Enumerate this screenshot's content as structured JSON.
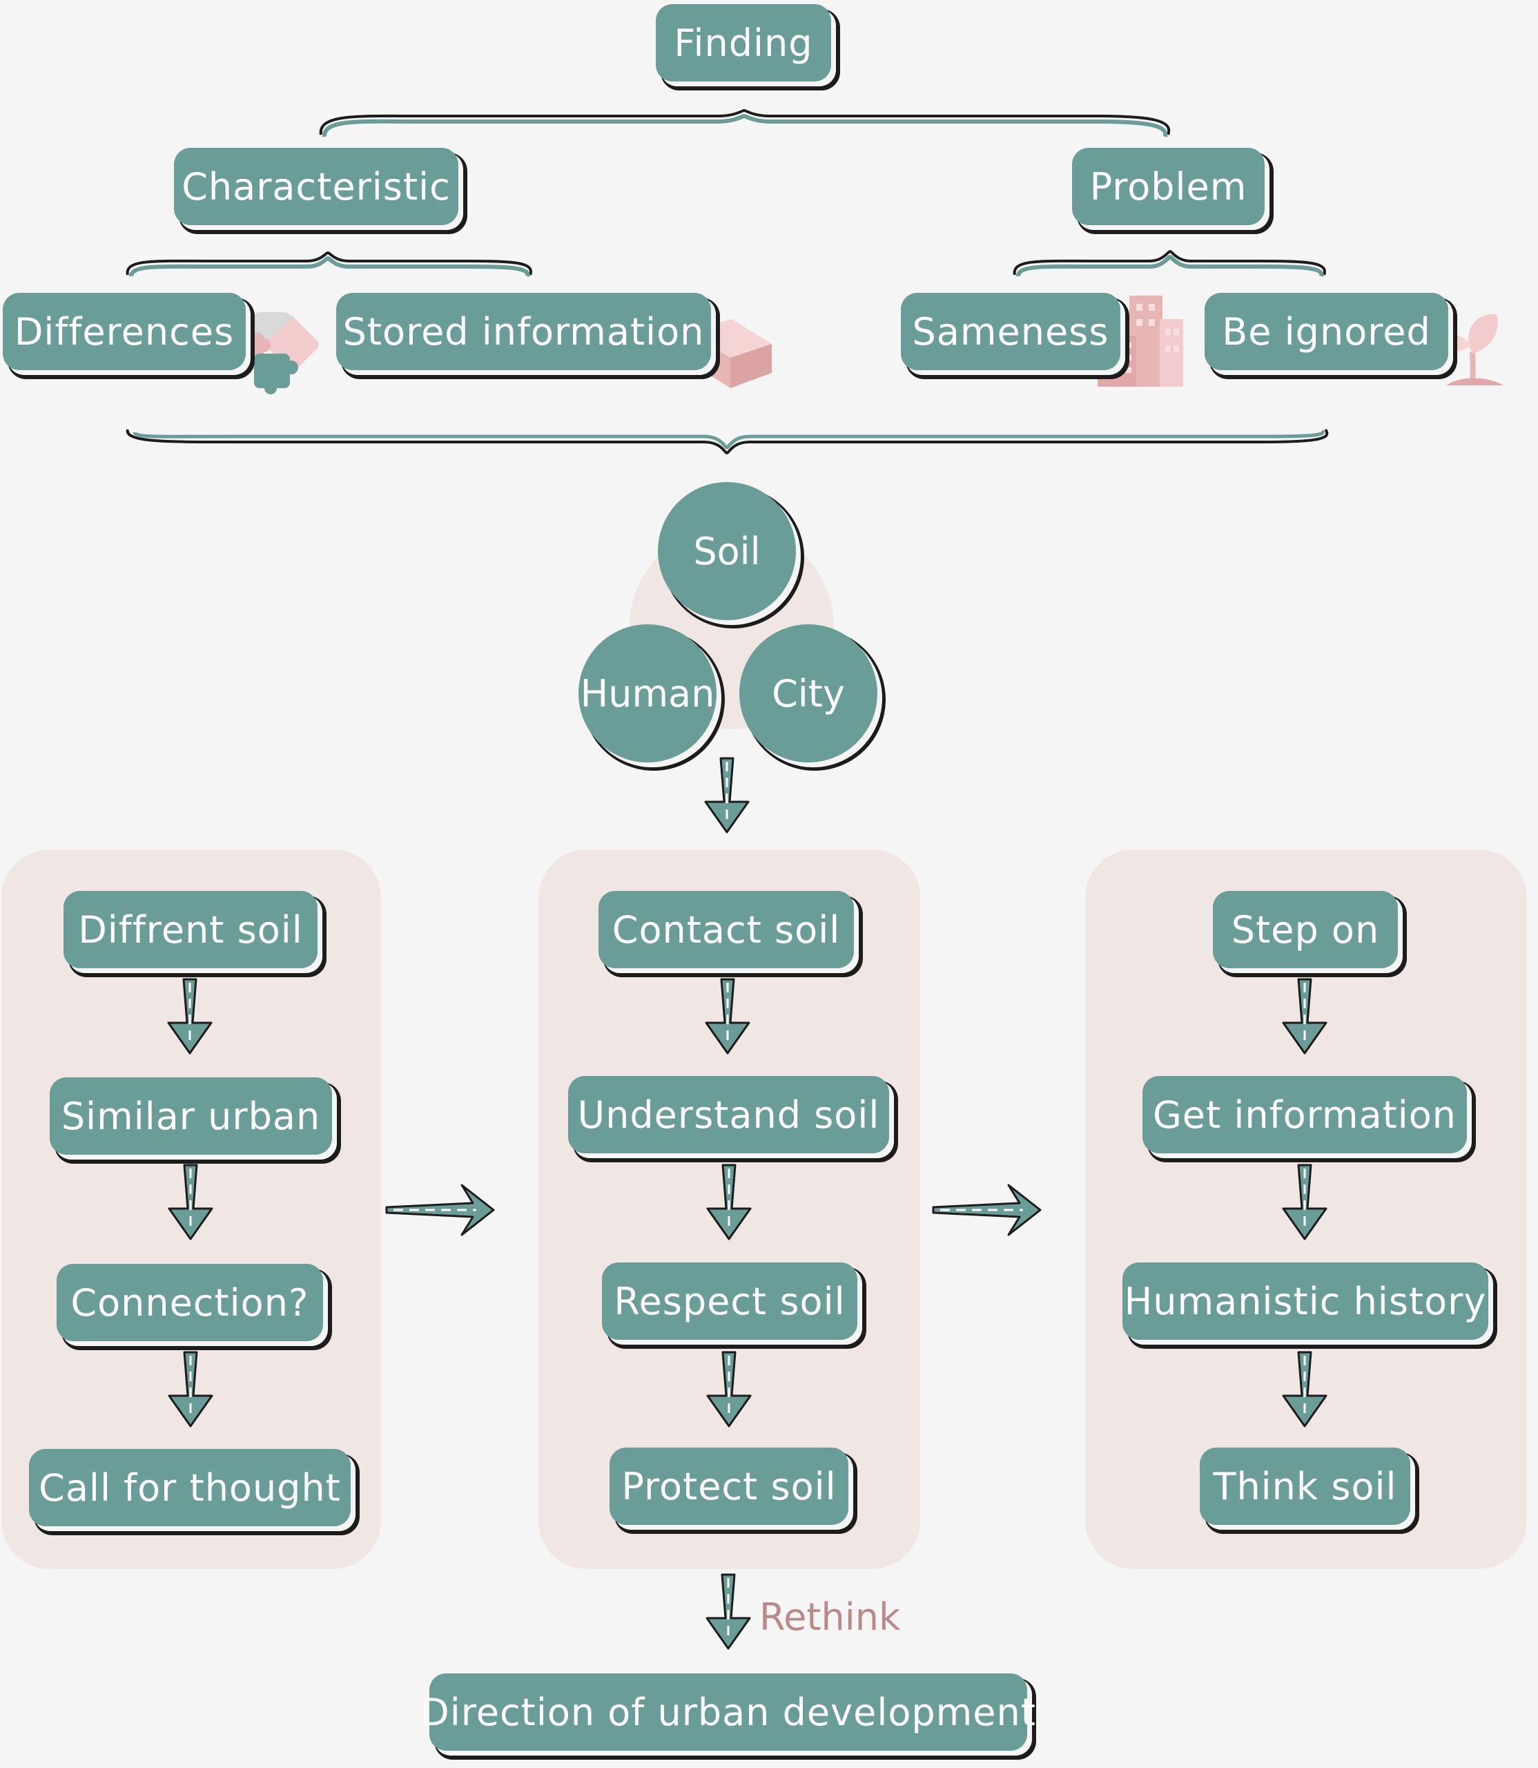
{
  "top": {
    "finding": "Finding",
    "characteristic": "Characteristic",
    "problem": "Problem",
    "differences": "Differences",
    "stored_information": "Stored information",
    "sameness": "Sameness",
    "be_ignored": "Be ignored"
  },
  "core": {
    "soil": "Soil",
    "human": "Human",
    "city": "City"
  },
  "left_column": [
    "Diffrent soil",
    "Similar urban",
    "Connection?",
    "Call for thought"
  ],
  "middle_column": [
    "Contact soil",
    "Understand soil",
    "Respect soil",
    "Protect soil"
  ],
  "right_column": [
    "Step on",
    "Get information",
    "Humanistic history",
    "Think soil"
  ],
  "rethink_label": "Rethink",
  "result": "Direction of urban development",
  "icons": [
    "puzzle-icon",
    "storage-block-icon",
    "buildings-icon",
    "sprout-icon"
  ],
  "colors": {
    "node_fill": "#6a9d97",
    "panel_fill": "#f0e6e4",
    "accent_pink": "#e8b8b8",
    "rethink_text": "#b88a88"
  }
}
